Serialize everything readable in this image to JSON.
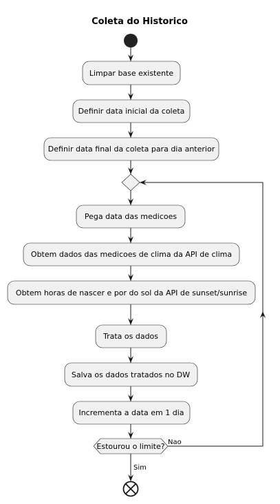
{
  "title": "Coleta do Historico",
  "activities": [
    {
      "id": "limpar",
      "label": "Limpar base existente"
    },
    {
      "id": "data-inicial",
      "label": "Definir data inicial da coleta"
    },
    {
      "id": "data-final",
      "label": "Definir data final da coleta para dia anterior"
    },
    {
      "id": "pega-data",
      "label": "Pega data das medicoes"
    },
    {
      "id": "obtem-clima",
      "label": "Obtem dados das medicoes de clima da API de clima"
    },
    {
      "id": "obtem-sol",
      "label": "Obtem horas de nascer e por do sol da API de sunset/sunrise"
    },
    {
      "id": "trata",
      "label": "Trata os dados"
    },
    {
      "id": "salva",
      "label": "Salva os dados tratados no DW"
    },
    {
      "id": "incrementa",
      "label": "Incrementa a data em 1 dia"
    }
  ],
  "decision": {
    "label": "Estourou o limite?",
    "no_label": "Nao",
    "yes_label": "Sim"
  },
  "colors": {
    "fill": "#f1f1f1",
    "stroke": "#181818",
    "start": "#222222"
  }
}
